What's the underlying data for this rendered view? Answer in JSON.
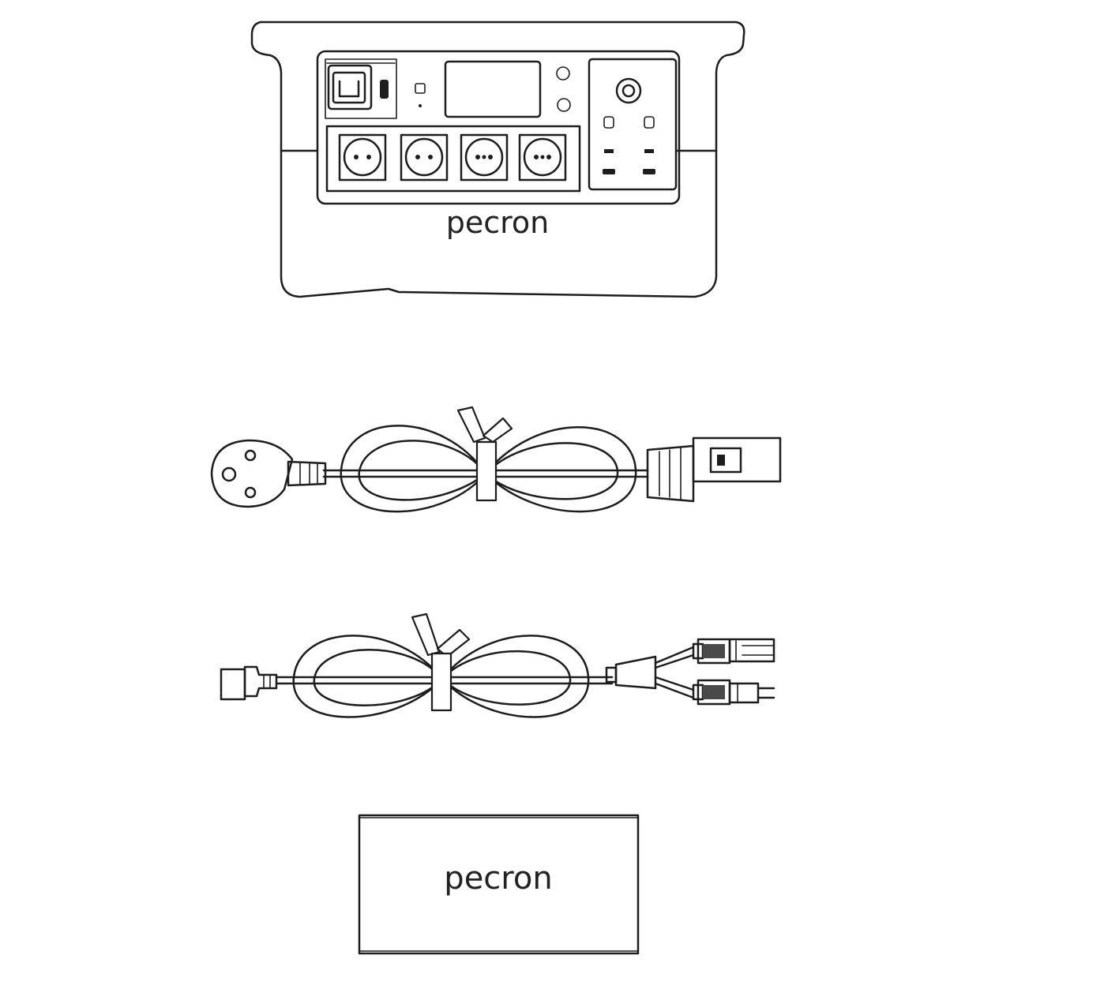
{
  "items": {
    "power_station": {
      "brand": "pecron",
      "name": "power-station"
    },
    "ac_cable": {
      "name": "ac-charging-cable"
    },
    "solar_cable": {
      "name": "solar-charging-cable"
    },
    "manual": {
      "brand": "pecron",
      "name": "user-manual"
    }
  },
  "colors": {
    "line": "#1d1d1d",
    "background": "#ffffff"
  }
}
